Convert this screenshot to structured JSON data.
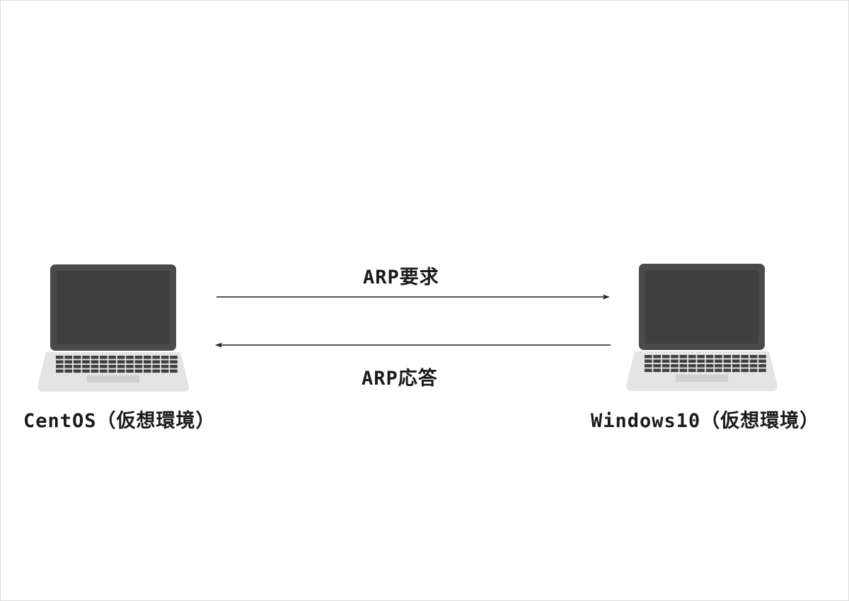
{
  "nodes": {
    "left": {
      "label": "CentOS（仮想環境）",
      "icon": "laptop-icon"
    },
    "right": {
      "label": "Windows10（仮想環境）",
      "icon": "laptop-icon"
    }
  },
  "messages": {
    "request": {
      "label": "ARP要求",
      "direction": "left-to-right"
    },
    "reply": {
      "label": "ARP応答",
      "direction": "right-to-left"
    }
  },
  "colors": {
    "screen": "#3f3f3f",
    "bezel": "#4a4a4a",
    "base": "#e4e4e4",
    "keys": "#404040",
    "touchpad": "#cfcfcf",
    "arrow": "#222222",
    "background": "#ffffff"
  }
}
